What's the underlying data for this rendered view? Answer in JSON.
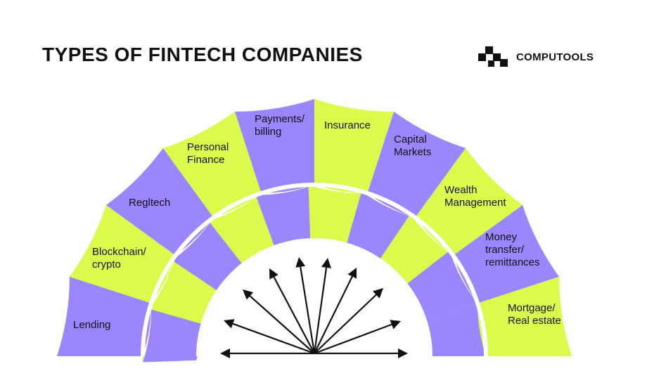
{
  "title": "TYPES OF FINTECH COMPANIES",
  "brand": {
    "name": "COMPUTOOLS",
    "logo_icon": "computools-logo-icon"
  },
  "colors": {
    "purple": "#9b86ff",
    "lime": "#d9fb4c",
    "arrow": "#111111",
    "divider": "#ffffff"
  },
  "segments": [
    {
      "lines": [
        "Lending"
      ],
      "color": "purple"
    },
    {
      "lines": [
        "Blockchain/",
        "crypto"
      ],
      "color": "lime"
    },
    {
      "lines": [
        "Regltech"
      ],
      "color": "purple"
    },
    {
      "lines": [
        "Personal",
        "Finance"
      ],
      "color": "lime"
    },
    {
      "lines": [
        "Payments/",
        "billing"
      ],
      "color": "purple"
    },
    {
      "lines": [
        "Insurance"
      ],
      "color": "lime"
    },
    {
      "lines": [
        "Capital",
        "Markets"
      ],
      "color": "purple"
    },
    {
      "lines": [
        "Wealth",
        "Management"
      ],
      "color": "lime"
    },
    {
      "lines": [
        "Money",
        "transfer/",
        "remittances"
      ],
      "color": "purple"
    },
    {
      "lines": [
        "Mortgage/",
        "Real estate"
      ],
      "color": "lime"
    }
  ]
}
